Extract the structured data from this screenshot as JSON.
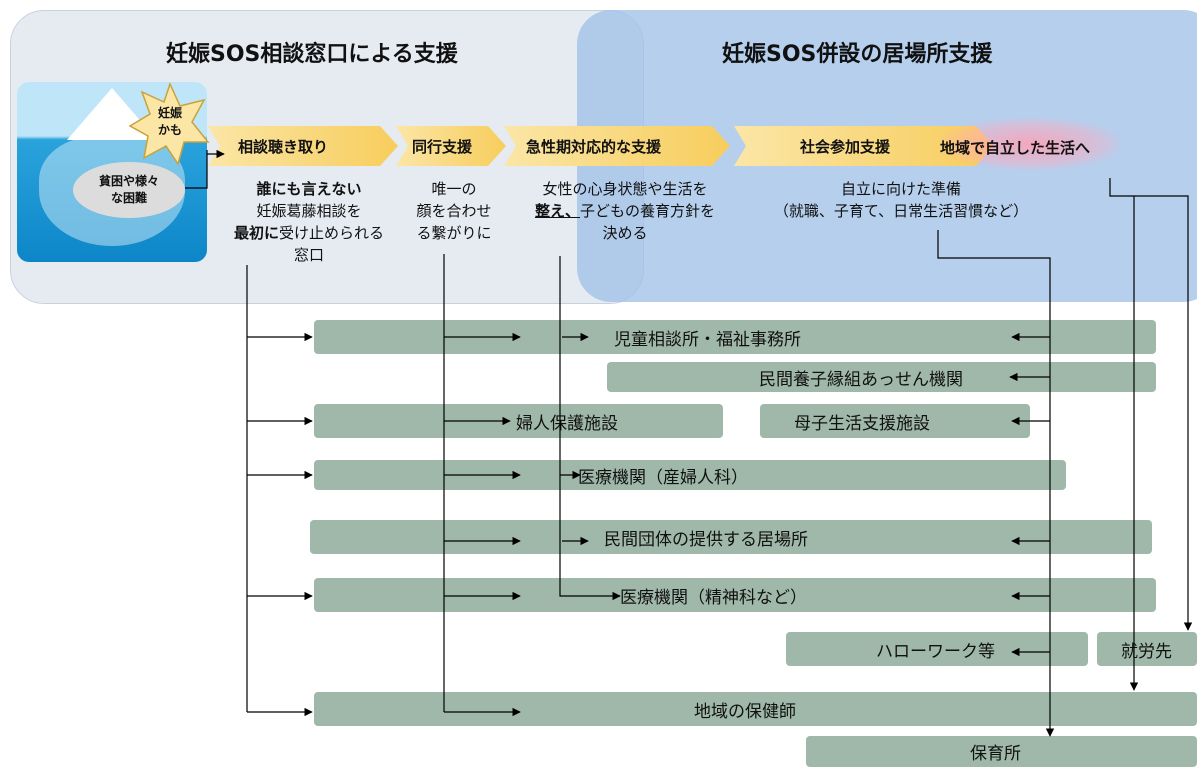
{
  "sections": {
    "left_title": "妊娠SOS相談窓口による支援",
    "right_title": "妊娠SOS併設の居場所支援"
  },
  "iceberg": {
    "star_line1": "妊娠",
    "star_line2": "かも",
    "hidden_line1": "貧困や様々",
    "hidden_line2": "な困難"
  },
  "stages": [
    "相談聴き取り",
    "同行支援",
    "急性期対応的な支援",
    "社会参加支援"
  ],
  "goal": "地域で自立した生活へ",
  "descriptions": {
    "listening": {
      "l1_bold": "誰にも言えない",
      "l2": "妊娠葛藤相談を",
      "l3_bold": "最初に",
      "l3_rest": "受け止められる",
      "l4": "窓口"
    },
    "accompany": {
      "l1": "唯一の",
      "l2": "顔を合わせ",
      "l3": "る繋がりに"
    },
    "acute": {
      "l1": "女性の心身状態や生活を",
      "l2_bold": "整え、",
      "l2_rest": "子どもの養育方針を",
      "l3": "決める"
    },
    "social": {
      "l1": "自立に向けた準備",
      "l2": "（就職、子育て、日常生活習慣など）"
    }
  },
  "agencies": [
    "児童相談所・福祉事務所",
    "民間養子縁組あっせん機関",
    "婦人保護施設",
    "母子生活支援施設",
    "医療機関（産婦人科）",
    "民間団体の提供する居場所",
    "医療機関（精神科など）",
    "ハローワーク等",
    "就労先",
    "地域の保健師",
    "保育所"
  ],
  "colors": {
    "panel_left": "#e6ebf2",
    "panel_right": "#a0c2e8",
    "chevron": "#f7cd5c",
    "bar": "#9fb8a9",
    "goal_glow": "#ffa0b4"
  }
}
